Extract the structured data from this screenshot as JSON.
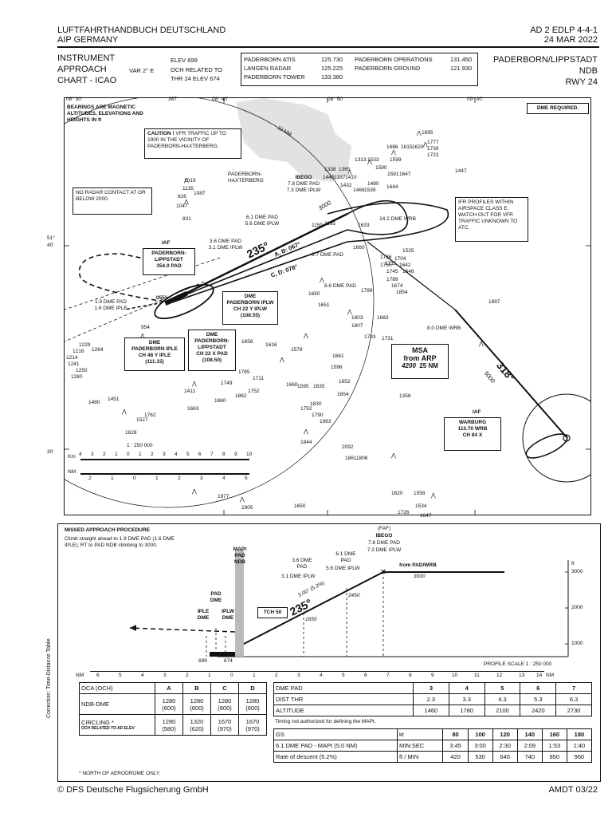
{
  "header": {
    "publisher_line1": "LUFTFAHRTHANDBUCH DEUTSCHLAND",
    "publisher_line2": "AIP  GERMANY",
    "page_ref": "AD 2 EDLP 4-4-1",
    "date": "24  MAR 2022"
  },
  "title_block": {
    "chart_type_line1": "INSTRUMENT",
    "chart_type_line2": "APPROACH",
    "chart_type_line3": "CHART - ICAO",
    "var": "VAR 2° E",
    "elev": "ELEV  699",
    "och_line1": "OCH RELATED TO",
    "och_line2": "THR 24  ELEV 674",
    "freq_left_names": [
      "PADERBORN ATIS",
      "LANGEN RADAR",
      "PADERBORN TOWER"
    ],
    "freq_left_values": [
      "125.730",
      "125.225",
      "133.380"
    ],
    "freq_right_names": [
      "PADERBORN OPERATIONS",
      "PADERBORN GROUND"
    ],
    "freq_right_values": [
      "131.450",
      "121.930"
    ],
    "airport": "PADERBORN/LIPPSTADT",
    "procedure": "NDB",
    "runway": "RWY 24"
  },
  "plan": {
    "lat_top_left": "08° 30'",
    "lon_labels": [
      "08° 30'",
      "08° 40'",
      "08° 50'",
      "09° 00'"
    ],
    "lat_labels_left": [
      "51°",
      "40'",
      "30'"
    ],
    "note_bearings": "BEARINGS ARE MAGNETIC ALTITUDES, ELEVATIONS AND HEIGHTS IN ft",
    "dme_required": "DME REQUIRED.",
    "caution_title": "CAUTION !",
    "caution_text": "VFR TRAFFIC UP TO 1900 IN THE VICINITY OF PADERBORN-HAXTERBERG.",
    "no_radar": "NO RADAR CONTACT AT OR BELOW 2000.",
    "ifr_profiles": "IFR PROFILES WITHIN AIRSPACE CLASS E. WATCH OUT FOR VFR TRAFFIC UNKNOWN TO ATC.",
    "iaf_label": "IAF",
    "iaf_ndb_name": "PADERBORN-LIPPSTADT",
    "iaf_ndb_freq": "354.0  PAD",
    "haxterberg": "PADERBORN-HAXTERBERG",
    "ibego": "IBEGO",
    "ibego_dme1": "7.8 DME PAD",
    "ibego_dme2": "7.3 DME IPLW",
    "fix_61": "6.1 DME PAD",
    "fix_56": "5.6 DME IPLW",
    "fix_36": "3.6 DME PAD",
    "fix_31": "3.1 DME IPLW",
    "fix_142": "14.2 DME WRB",
    "fix_87": "8.7 DME PAD",
    "fix_86": "8.6 DME PAD",
    "fix_80": "8.0 DME WRB",
    "fix_19": "1.9 DME PAD",
    "fix_16": "1.6 DME IPLE",
    "crs_235": "235°",
    "crs_ab": "A, B: 067°",
    "crs_cd": "C, D: 078°",
    "crs_318": "318°",
    "alt_3000": "3000",
    "alt_5000": "5000",
    "hold_055": "055°",
    "hold_235": "235°",
    "dme_iplw_title": "DME",
    "dme_iplw_name": "PADERBORN IPLW",
    "dme_iplw_ch": "CH 22 Y IPLW",
    "dme_iplw_freq": "(108.55)",
    "dme_iple_title": "DME",
    "dme_iple_name": "PADERBORN IPLE",
    "dme_iple_ch": "CH 48 Y IPLE",
    "dme_iple_freq": "(111.15)",
    "dme_pad_title": "DME",
    "dme_pad_name": "PADERBORN-LIPPSTADT",
    "dme_pad_ch": "CH 22 X PAD",
    "dme_pad_freq": "(108.50)",
    "msa_title": "MSA",
    "msa_from": "from ARP",
    "msa_alt": "4200",
    "msa_radius": "25 NM",
    "wrb_iaf": "IAF",
    "wrb_name": "WARBURG",
    "wrb_freq": "113.70  WRB",
    "wrb_ch": "CH  84     X",
    "scale_text": "1 : 250 000",
    "scale_km": "Km",
    "scale_nm": "NM",
    "km_ticks": [
      "4",
      "3",
      "2",
      "1",
      "0",
      "1",
      "2",
      "3",
      "4",
      "5",
      "6",
      "7",
      "8",
      "9",
      "10"
    ],
    "nm_ticks": [
      "2",
      "1",
      "0",
      "1",
      "2",
      "3",
      "4",
      "5"
    ],
    "radio_10nm": "10 NM",
    "elevations": [
      "1695",
      "1777",
      "1739",
      "1722",
      "1686",
      "1615",
      "1620",
      "1447",
      "1313",
      "1533",
      "1599",
      "1338",
      "1365",
      "1590",
      "1591",
      "1647",
      "1445",
      "1337",
      "1410",
      "1432",
      "1480",
      "1644",
      "1468",
      "1539",
      "1019",
      "1135",
      "826",
      "1087",
      "1047",
      "831",
      "1159",
      "1195",
      "1633",
      "1660",
      "1755",
      "1525",
      "1736",
      "1704",
      "1715",
      "1642",
      "1745",
      "1648",
      "1789",
      "1650",
      "1651",
      "1789",
      "1854",
      "1674",
      "1803",
      "1807",
      "1683",
      "1783",
      "1731",
      "1616",
      "1578",
      "1661",
      "1595",
      "1596",
      "1652",
      "1654",
      "1635",
      "1656",
      "1660",
      "1785",
      "1711",
      "1749",
      "1752",
      "1862",
      "1860",
      "1411",
      "1663",
      "1752",
      "1830",
      "1790",
      "1963",
      "1358",
      "1480",
      "1451",
      "1762",
      "1527",
      "1628",
      "1844",
      "2092",
      "1861",
      "1806",
      "1897",
      "1977",
      "1905",
      "1650",
      "1620",
      "1558",
      "1534",
      "1726",
      "1647",
      "954",
      "1229",
      "1216",
      "1264",
      "1214",
      "1241",
      "1250",
      "1280"
    ]
  },
  "profile": {
    "missed_title": "MISSED APPROACH PROCEDURE",
    "missed_text": "Climb straight ahead to 1.9 DME PAD (1.6 DME IPLE), RT to PAD NDB climbing to 3000.",
    "faf": "(FAF)",
    "ibego": "IBEGO",
    "ibego_dme1": "7.8 DME PAD",
    "ibego_dme2": "7.3 DME IPLW",
    "from_pad": "from PAD/WRB",
    "alt_3000": "3000",
    "fix_36": "3.6 DME",
    "fix_36b": "PAD",
    "fix_61": "6.1 DME",
    "fix_61b": "PAD",
    "fix_31": "3.1 DME IPLW",
    "fix_56": "5.6 DME IPLW",
    "mapt": "MAPt",
    "mapt_pad": "PAD",
    "mapt_ndb": "NDB",
    "pad_dme": "PAD",
    "pad_dme2": "DME",
    "iple": "IPLE",
    "iple2": "DME",
    "iplw": "IPLW",
    "iplw2": "DME",
    "glide": "3.00° (5.2%)",
    "crs": "235°",
    "tch": "TCH 50",
    "alt_1650": "1650",
    "alt_2450": "2450",
    "elev_699": "699",
    "elev_674": "674",
    "ft": "ft",
    "ft_3000": "3000",
    "ft_2000": "2000",
    "ft_1000": "1000",
    "nm_label": "NM",
    "nm_ticks": [
      "6",
      "5",
      "4",
      "3",
      "2",
      "1",
      "0",
      "1",
      "2",
      "3",
      "4",
      "5",
      "6",
      "7",
      "8",
      "9",
      "10",
      "11",
      "12",
      "13",
      "14"
    ],
    "scale": "PROFILE  SCALE 1 : 250 000",
    "side_note": "Correction: Time-Distance Table."
  },
  "oca_table": {
    "header": [
      "OCA (OCH)",
      "A",
      "B",
      "C",
      "D"
    ],
    "rows": [
      {
        "label": "NDB-DME",
        "a": "1280 (600)",
        "b": "1280 (600)",
        "c": "1280 (600)",
        "d": "1280 (600)"
      },
      {
        "label": "CIRCLING *",
        "sub": "OCH RELATED TO AD ELEV",
        "a": "1280 (580)",
        "b": "1320 (620)",
        "c": "1670 (970)",
        "d": "1670 (970)"
      }
    ],
    "footnote": "* NORTH OF AERODROME ONLY."
  },
  "dme_table": {
    "rows": [
      {
        "label": "DME PAD",
        "v": [
          "3",
          "4",
          "5",
          "6",
          "7"
        ]
      },
      {
        "label": "DIST THR",
        "v": [
          "2.3",
          "3.3",
          "4.3",
          "5.3",
          "6.3"
        ]
      },
      {
        "label": "ALTITUDE",
        "v": [
          "1460",
          "1780",
          "2100",
          "2420",
          "2730"
        ]
      }
    ],
    "timing_note": "Timing not authorized for defining the MAPt."
  },
  "gs_table": {
    "header": [
      "GS",
      "kt",
      "80",
      "100",
      "120",
      "140",
      "160",
      "180"
    ],
    "rows": [
      {
        "label": "6.1 DME PAD - MAPt (5.0 NM)",
        "unit": "MIN:SEC",
        "v": [
          "3:45",
          "3:00",
          "2:30",
          "2:09",
          "1:53",
          "1:40"
        ]
      },
      {
        "label": "Rate of descent (5.2%)",
        "unit": "ft / MIN",
        "v": [
          "420",
          "530",
          "640",
          "740",
          "850",
          "960"
        ]
      }
    ]
  },
  "footer": {
    "copyright": "© DFS Deutsche Flugsicherung GmbH",
    "amdt": "AMDT 03/22"
  }
}
